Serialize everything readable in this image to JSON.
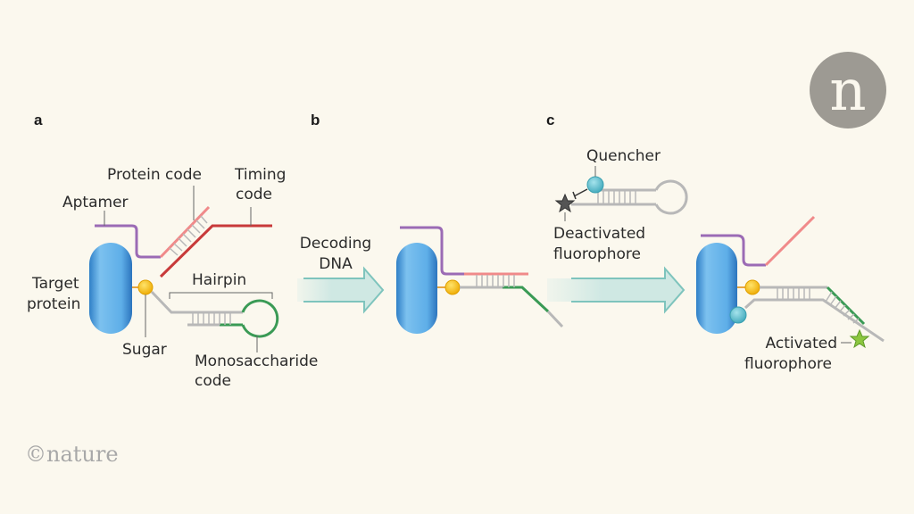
{
  "panels": {
    "a": "a",
    "b": "b",
    "c": "c"
  },
  "labels": {
    "protein_code": "Protein code",
    "timing_code_1": "Timing",
    "timing_code_2": "code",
    "aptamer": "Aptamer",
    "target_protein_1": "Target",
    "target_protein_2": "protein",
    "hairpin": "Hairpin",
    "sugar": "Sugar",
    "monosaccharide_1": "Monosaccharide",
    "monosaccharide_2": "code",
    "decoding_1": "Decoding",
    "decoding_2": "DNA",
    "quencher": "Quencher",
    "deactivated_1": "Deactivated",
    "deactivated_2": "fluorophore",
    "activated_1": "Activated",
    "activated_2": "fluorophore"
  },
  "logo": {
    "letter": "n"
  },
  "copyright": "©nature",
  "colors": {
    "background": "#fbf8ee",
    "protein": "#4a9be0",
    "aptamer": "#9b6bb5",
    "protein_code": "#f08a8a",
    "timing_code": "#c83a3a",
    "monosaccharide": "#3a9a55",
    "sugar": "#f5c21a",
    "quencher": "#5bc0cf",
    "fluorophore_off": "#555555",
    "fluorophore_on": "#8cc63f",
    "strand": "#b8b8b8",
    "arrow": "#7ec4bd",
    "logo": "#9d9a93"
  }
}
